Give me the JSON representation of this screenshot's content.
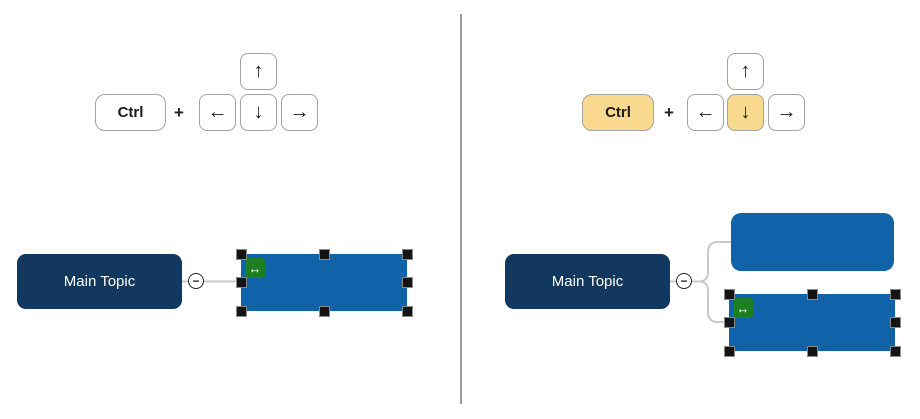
{
  "colors": {
    "main_topic_bg": "#12385f",
    "child_bg": "#1063a9",
    "key_bg": "#ffffff",
    "key_highlight_bg": "#f8d98e",
    "key_border": "#a3a3a3",
    "key_text": "#1a1a1a",
    "connector": "#c9c9c9",
    "handle_bg": "#141414",
    "handle_border": "#8a8a8a",
    "resize_icon_bg": "#1e7e22",
    "divider": "#9b9b9b",
    "circle_border": "#222222"
  },
  "left": {
    "keyboard": {
      "ctrl": "Ctrl",
      "plus": "+",
      "arrow_up": "↑",
      "arrow_left": "←",
      "arrow_down": "↓",
      "arrow_right": "→"
    },
    "diagram": {
      "main_topic": "Main Topic",
      "collapse": "−",
      "resize_icon": "↔"
    }
  },
  "right": {
    "keyboard": {
      "ctrl": "Ctrl",
      "plus": "+",
      "arrow_up": "↑",
      "arrow_left": "←",
      "arrow_down": "↓",
      "arrow_right": "→"
    },
    "diagram": {
      "main_topic": "Main Topic",
      "collapse": "−",
      "resize_icon": "↔"
    }
  }
}
